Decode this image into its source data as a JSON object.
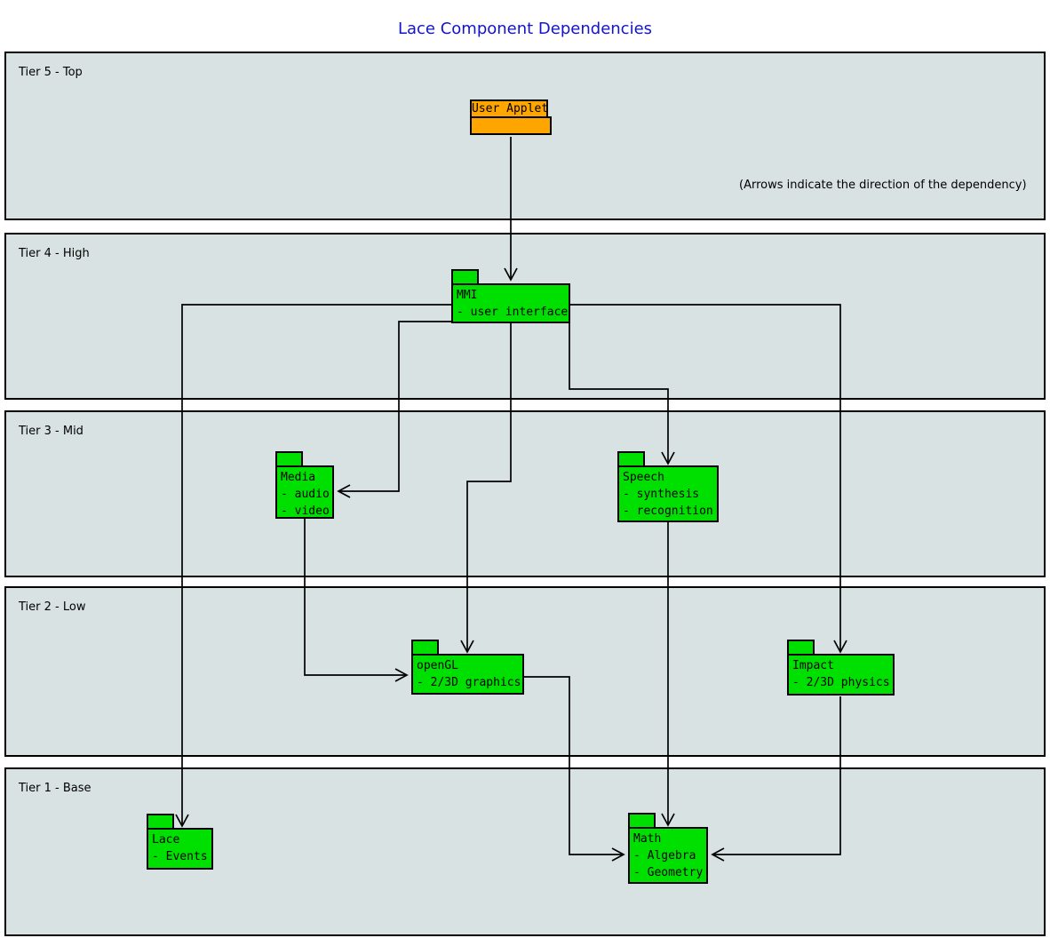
{
  "title": "Lace Component Dependencies",
  "note": "(Arrows indicate the direction of the dependency)",
  "colors": {
    "tier_fill": "#d8e2e2",
    "component_green": "#00e000",
    "applet_orange": "#ffa500",
    "title_blue": "#1414cc",
    "line_black": "#000000"
  },
  "tiers": [
    {
      "label": "Tier 5 - Top"
    },
    {
      "label": "Tier 4 - High"
    },
    {
      "label": "Tier 3 - Mid"
    },
    {
      "label": "Tier 2 - Low"
    },
    {
      "label": "Tier 1 - Base"
    }
  ],
  "nodes": {
    "user_applet": {
      "title": "User Applet",
      "lines": []
    },
    "mmi": {
      "title": "MMI",
      "lines": [
        "- user interface"
      ]
    },
    "media": {
      "title": "Media",
      "lines": [
        "- audio",
        "- video"
      ]
    },
    "speech": {
      "title": "Speech",
      "lines": [
        "- synthesis",
        "- recognition"
      ]
    },
    "opengl": {
      "title": "openGL",
      "lines": [
        "- 2/3D graphics"
      ]
    },
    "impact": {
      "title": "Impact",
      "lines": [
        "- 2/3D physics"
      ]
    },
    "lace": {
      "title": "Lace",
      "lines": [
        "- Events"
      ]
    },
    "math": {
      "title": "Math",
      "lines": [
        "- Algebra",
        "- Geometry"
      ]
    }
  },
  "edges": [
    {
      "from": "User Applet",
      "to": "MMI"
    },
    {
      "from": "MMI",
      "to": "Lace"
    },
    {
      "from": "MMI",
      "to": "Media"
    },
    {
      "from": "MMI",
      "to": "openGL"
    },
    {
      "from": "MMI",
      "to": "Speech"
    },
    {
      "from": "MMI",
      "to": "Impact"
    },
    {
      "from": "Media",
      "to": "openGL"
    },
    {
      "from": "Speech",
      "to": "Math"
    },
    {
      "from": "openGL",
      "to": "Math"
    },
    {
      "from": "Impact",
      "to": "Math"
    }
  ]
}
